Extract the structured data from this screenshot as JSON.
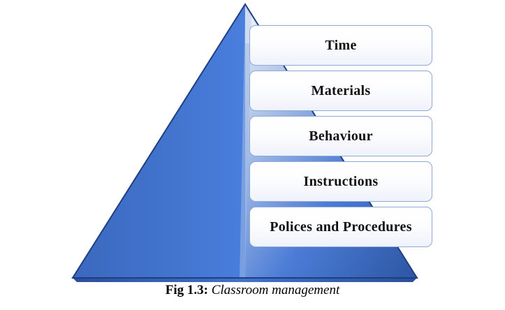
{
  "figure": {
    "caption_label": "Fig 1.3:",
    "caption_text": "Classroom management",
    "shape": "pyramid",
    "colors": {
      "pyramid_dark": "#2f5aa8",
      "pyramid_mid": "#3d6fc4",
      "pyramid_light": "#4a7ede",
      "pyramid_highlight": "#e8eef9",
      "pyramid_edge": "#1f3f80",
      "box_border": "#8fa9d4",
      "box_fill_top": "#ffffff",
      "box_fill_bottom": "#eef2fa",
      "text": "#111111",
      "background": "#ffffff"
    }
  },
  "levels": [
    {
      "label": "Time"
    },
    {
      "label": "Materials"
    },
    {
      "label": "Behaviour"
    },
    {
      "label": "Instructions"
    },
    {
      "label": "Polices and Procedures"
    }
  ]
}
